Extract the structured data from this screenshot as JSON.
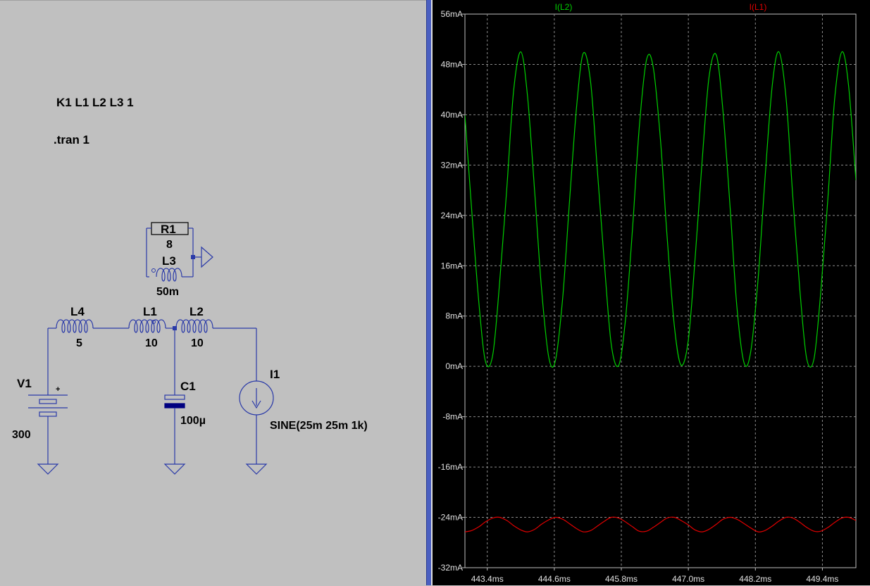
{
  "schematic": {
    "directives": [
      "K1 L1 L2 L3 1",
      ".tran 1"
    ],
    "components": {
      "R1": {
        "name": "R1",
        "value": "8"
      },
      "L3": {
        "name": "L3",
        "value": "50m"
      },
      "L4": {
        "name": "L4",
        "value": "5"
      },
      "L1": {
        "name": "L1",
        "value": "10"
      },
      "L2": {
        "name": "L2",
        "value": "10"
      },
      "V1": {
        "name": "V1",
        "value": "300",
        "polarity": "+"
      },
      "C1": {
        "name": "C1",
        "value": "100µ"
      },
      "I1": {
        "name": "I1",
        "value": "SINE(25m 25m 1k)"
      }
    },
    "colors": {
      "wire": "#2a3aa8",
      "background": "#c0c0c0",
      "capacitor_plate": "#000080"
    }
  },
  "plot": {
    "colors": {
      "background": "#000000",
      "grid": "#8c8c8c",
      "text": "#e0e0e0",
      "frame": "#bfbfbf"
    },
    "chart_data": {
      "type": "line",
      "title": "",
      "xlabel": "",
      "ylabel": "",
      "xlim": [
        443.0,
        450.0
      ],
      "ylim": [
        -32,
        56
      ],
      "xticks": [
        "443.4ms",
        "444.6ms",
        "445.8ms",
        "447.0ms",
        "448.2ms",
        "449.4ms"
      ],
      "xtick_values": [
        443.4,
        444.6,
        445.8,
        447.0,
        448.2,
        449.4
      ],
      "yticks": [
        "56mA",
        "48mA",
        "40mA",
        "32mA",
        "24mA",
        "16mA",
        "8mA",
        "0mA",
        "-8mA",
        "-16mA",
        "-24mA",
        "-32mA"
      ],
      "ytick_values": [
        56,
        48,
        40,
        32,
        24,
        16,
        8,
        0,
        -8,
        -16,
        -24,
        -32
      ],
      "x_unit": "ms",
      "y_unit": "mA",
      "grid": true,
      "legend": "top",
      "series": [
        {
          "name": "I(L2)",
          "color": "#00d000",
          "x": [
            443.0,
            443.12,
            443.25,
            443.37,
            443.5,
            443.62,
            443.75,
            443.87,
            444.0,
            444.12,
            444.25,
            444.37,
            444.5,
            444.62,
            444.75,
            444.87,
            445.0,
            445.12,
            445.25,
            445.37,
            445.5,
            445.62,
            445.75,
            445.87,
            446.0,
            446.12,
            446.25,
            446.37,
            446.5,
            446.62,
            446.75,
            446.87,
            447.0,
            447.12,
            447.25,
            447.37,
            447.5,
            447.62,
            447.75,
            447.87,
            448.0,
            448.12,
            448.25,
            448.37,
            448.5,
            448.62,
            448.75,
            448.87,
            449.0,
            449.12,
            449.25,
            449.37,
            449.5,
            449.62,
            449.75,
            449.87,
            450.0
          ],
          "values": [
            39.9,
            25,
            10.1,
            0.7,
            1.9,
            13.3,
            28.4,
            43.7,
            50.0,
            43.0,
            27.6,
            12.5,
            1.5,
            0.9,
            10.9,
            26.0,
            41.4,
            49.8,
            45.2,
            31.3,
            16.0,
            3.5,
            0.1,
            7.1,
            21.9,
            37.9,
            48.7,
            47.6,
            36.1,
            20.6,
            6.4,
            0.2,
            4.2,
            17.1,
            33.1,
            46.0,
            49.5,
            40.6,
            25.0,
            9.4,
            0.5,
            2.5,
            14.1,
            29.6,
            44.5,
            50.0,
            42.6,
            27.0,
            11.8,
            1.2,
            1.2,
            11.8,
            27.0,
            42.6,
            50.0,
            44.5,
            29.6
          ]
        },
        {
          "name": "I(L1)",
          "color": "#e00000",
          "x": [
            443.0,
            443.12,
            443.25,
            443.37,
            443.5,
            443.62,
            443.75,
            443.87,
            444.0,
            444.12,
            444.25,
            444.37,
            444.5,
            444.62,
            444.75,
            444.87,
            445.0,
            445.12,
            445.25,
            445.37,
            445.5,
            445.62,
            445.75,
            445.87,
            446.0,
            446.12,
            446.25,
            446.37,
            446.5,
            446.62,
            446.75,
            446.87,
            447.0,
            447.12,
            447.25,
            447.37,
            447.5,
            447.62,
            447.75,
            447.87,
            448.0,
            448.12,
            448.25,
            448.37,
            448.5,
            448.62,
            448.75,
            448.87,
            449.0,
            449.12,
            449.25,
            449.37,
            449.5,
            449.62,
            449.75,
            449.87,
            450.0
          ],
          "values": [
            -26.3,
            -26.1,
            -25.5,
            -24.7,
            -24.1,
            -24.0,
            -24.5,
            -25.3,
            -26.0,
            -26.3,
            -25.9,
            -25.1,
            -24.4,
            -24.0,
            -24.3,
            -25.0,
            -25.8,
            -26.3,
            -26.1,
            -25.4,
            -24.6,
            -24.0,
            -24.1,
            -24.7,
            -25.5,
            -26.2,
            -26.2,
            -25.6,
            -24.8,
            -24.1,
            -24.0,
            -24.5,
            -25.2,
            -26.0,
            -26.3,
            -25.9,
            -25.1,
            -24.3,
            -24.0,
            -24.3,
            -25.0,
            -25.7,
            -26.3,
            -26.1,
            -25.4,
            -24.6,
            -24.0,
            -24.1,
            -24.8,
            -25.6,
            -26.2,
            -26.2,
            -25.6,
            -24.8,
            -24.1,
            -24.0,
            -24.5
          ]
        }
      ]
    }
  }
}
